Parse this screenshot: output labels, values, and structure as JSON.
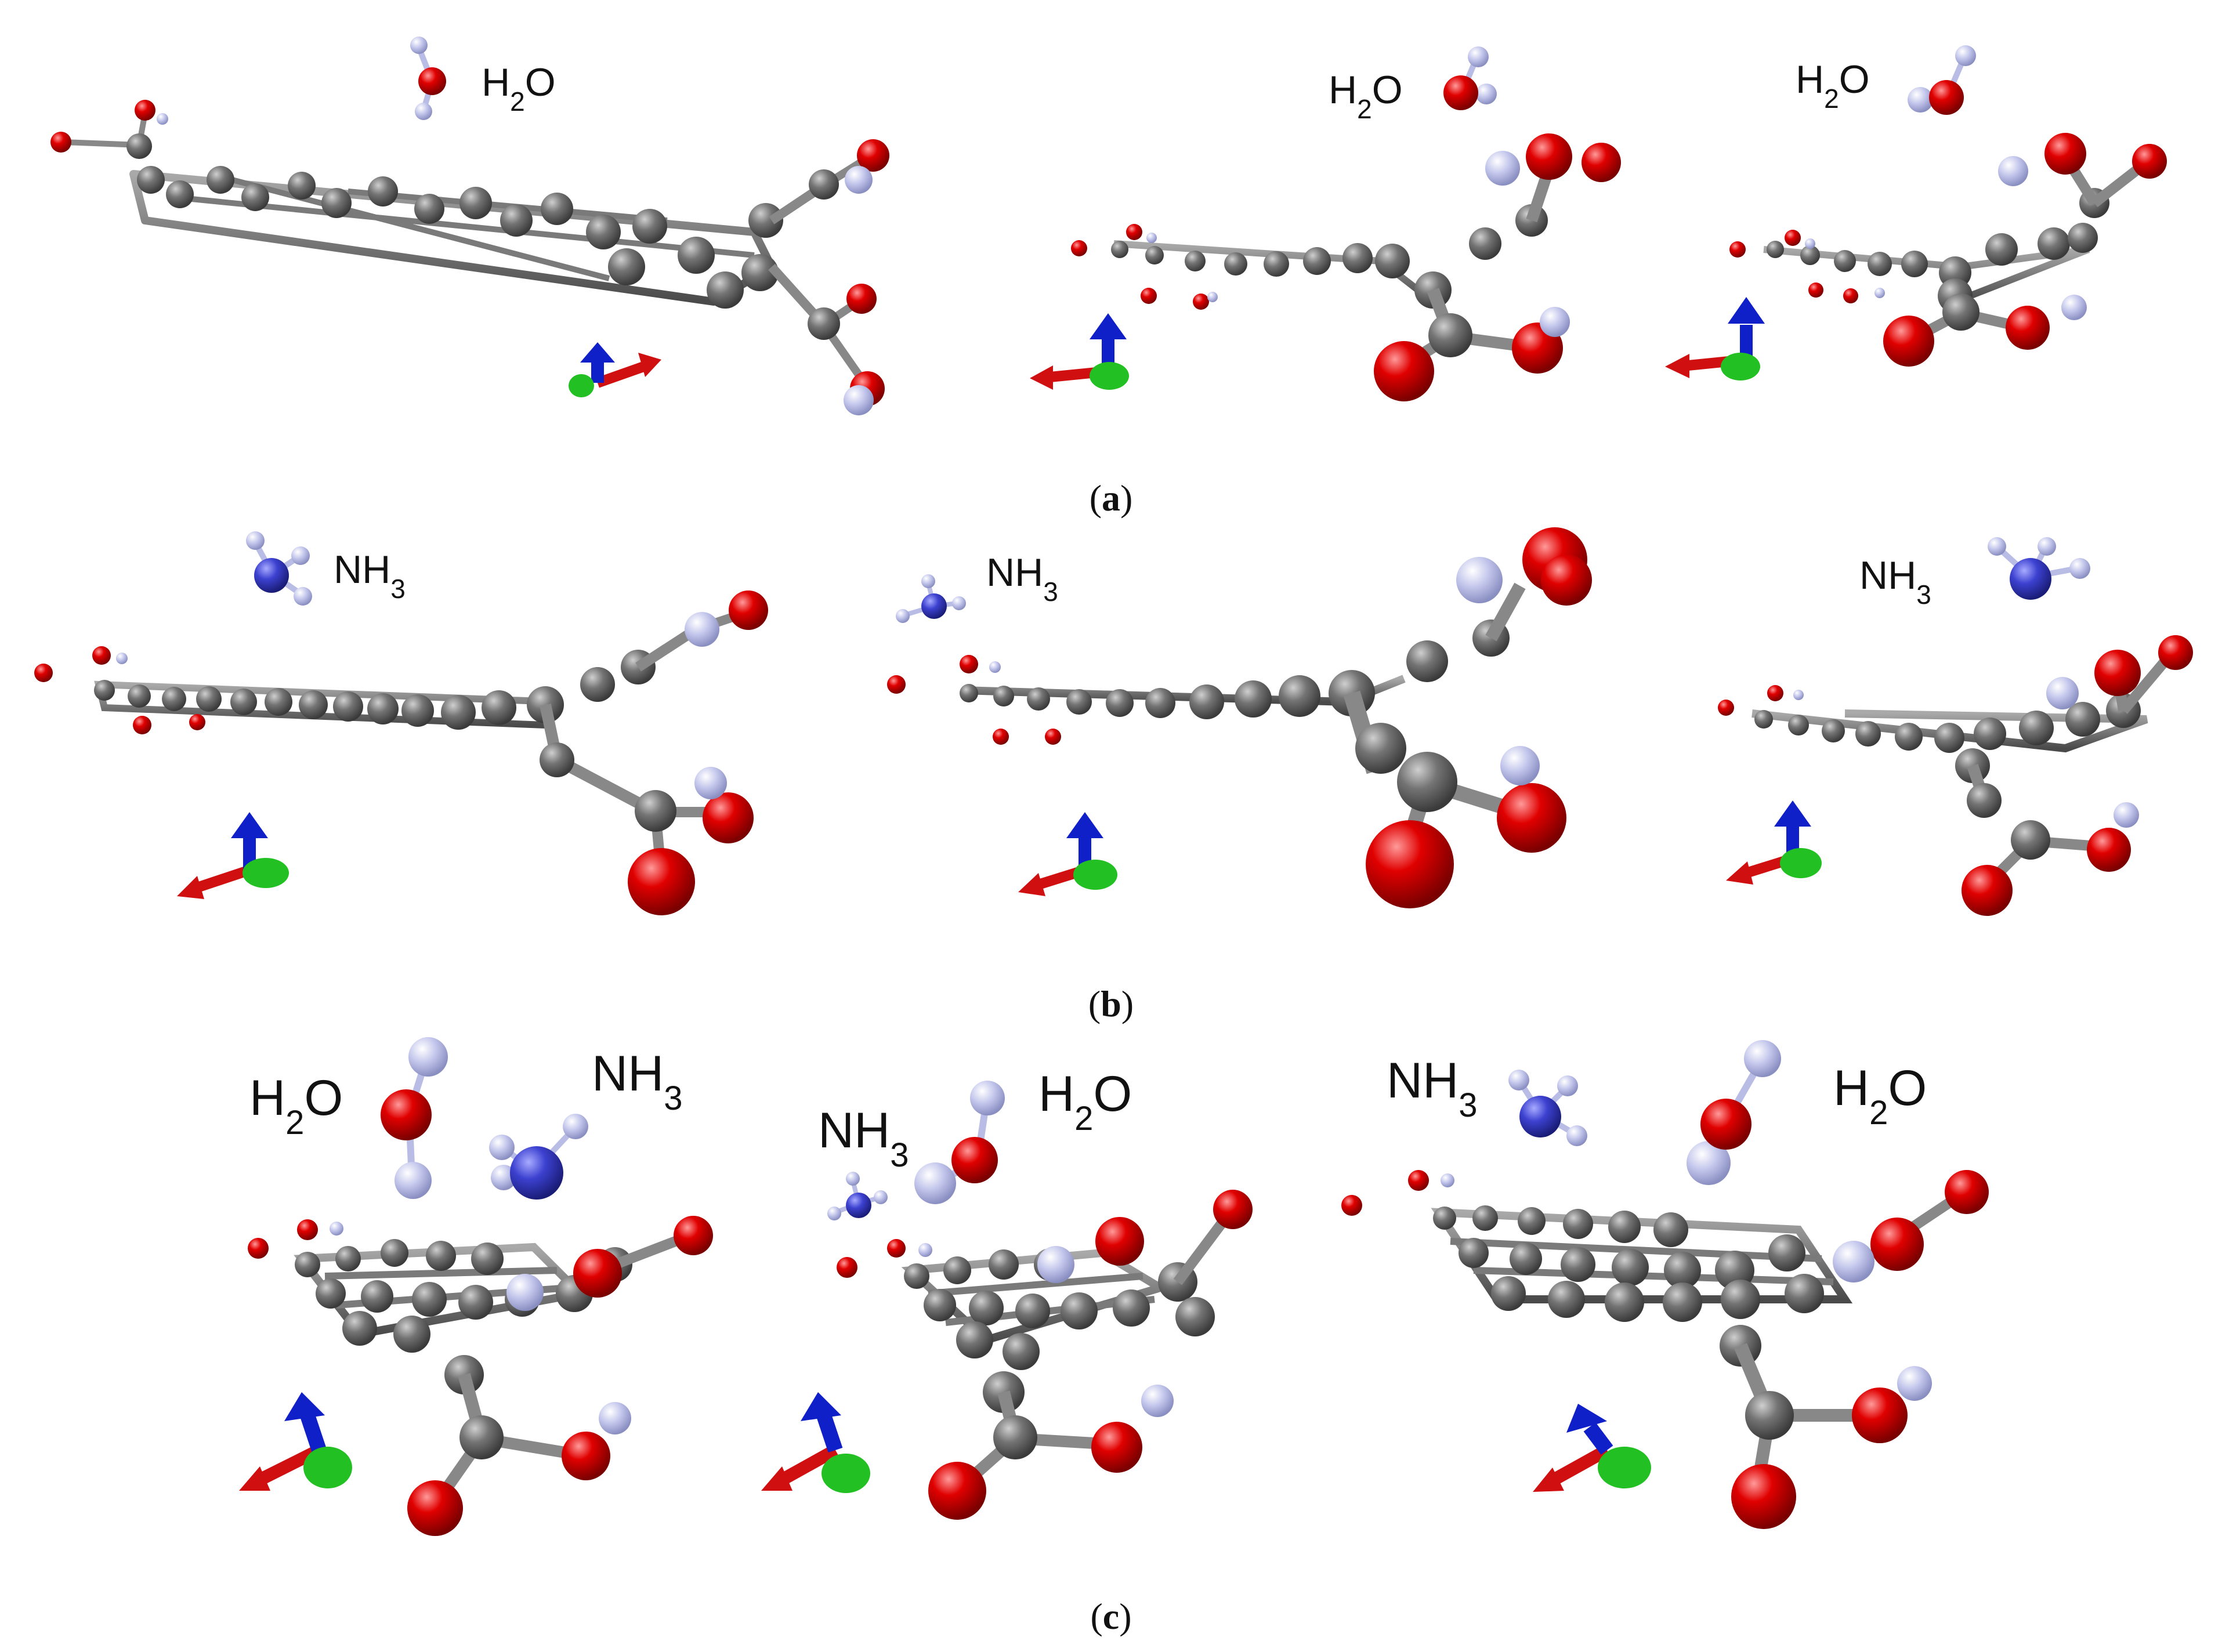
{
  "panels": [
    {
      "id": "a",
      "caption": {
        "open": "(",
        "letter": "a",
        "close": ")"
      },
      "label_color": "#111111",
      "molecule_labels": [
        {
          "base": "H",
          "sub": "2",
          "tail": "O"
        },
        {
          "base": "H",
          "sub": "2",
          "tail": "O"
        },
        {
          "base": "H",
          "sub": "2",
          "tail": "O"
        }
      ]
    },
    {
      "id": "b",
      "caption": {
        "open": "(",
        "letter": "b",
        "close": ")"
      },
      "molecule_labels": [
        {
          "base": "NH",
          "sub": "3",
          "tail": ""
        },
        {
          "base": "NH",
          "sub": "3",
          "tail": ""
        },
        {
          "base": "NH",
          "sub": "3",
          "tail": ""
        }
      ]
    },
    {
      "id": "c",
      "caption": {
        "open": "(",
        "letter": "c",
        "close": ")"
      },
      "molecule_labels": [
        {
          "base": "H",
          "sub": "2",
          "tail": "O"
        },
        {
          "base": "NH",
          "sub": "3",
          "tail": ""
        },
        {
          "base": "NH",
          "sub": "3",
          "tail": ""
        },
        {
          "base": "H",
          "sub": "2",
          "tail": "O"
        },
        {
          "base": "NH",
          "sub": "3",
          "tail": ""
        },
        {
          "base": "H",
          "sub": "2",
          "tail": "O"
        }
      ]
    }
  ],
  "atom_colors": {
    "carbon": "#6e6e6e",
    "oxygen": "#d60000",
    "hydrogen": "#b9bde6",
    "nitrogen": "#3a3fc9"
  },
  "axis_colors": {
    "x": "#d01010",
    "y": "#22c022",
    "z": "#1020c8"
  }
}
